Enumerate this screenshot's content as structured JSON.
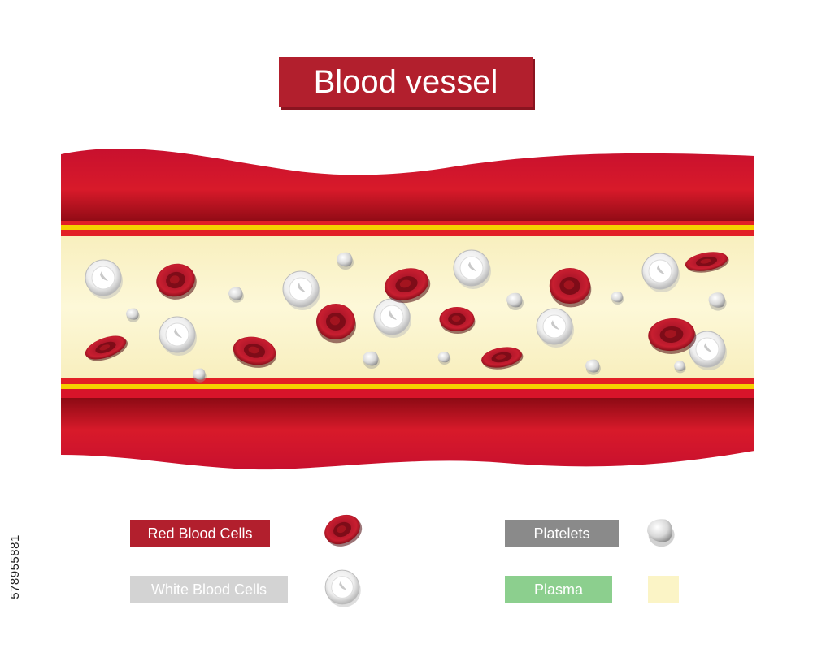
{
  "title": "Blood vessel",
  "legend": {
    "red_blood_cells": "Red Blood Cells",
    "white_blood_cells": "White Blood Cells",
    "platelets": "Platelets",
    "plasma": "Plasma"
  },
  "stock_id": "578955881",
  "colors": {
    "vessel_wall": "#c8102e",
    "vessel_lining": "#f5d000",
    "plasma": "#fbf4c6",
    "rbc": "#a31222",
    "wbc": "#e6e6e6",
    "platelet": "#dcdcdc",
    "legend_wbc": "#d3d3d3",
    "legend_platelets": "#8a8a8a",
    "legend_plasma": "#8ccf8e"
  }
}
